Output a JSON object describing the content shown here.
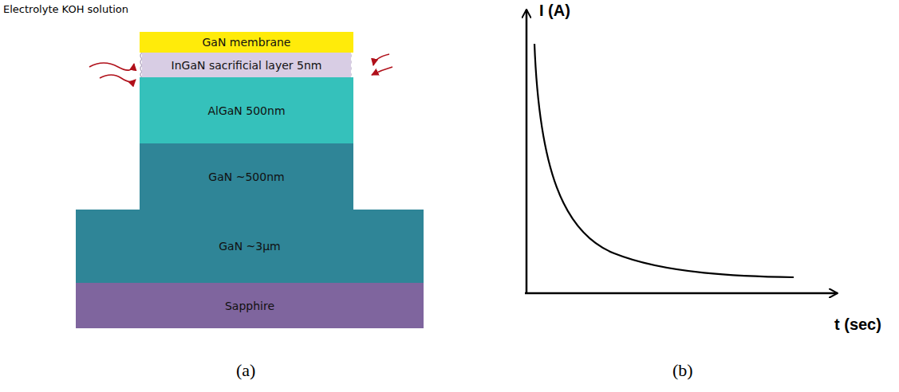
{
  "diagram": {
    "nodes": [
      {
        "text": [
          "GaN membrane"
        ]
      },
      {
        "text": [
          "InGaN sacrificial layer 5nm"
        ]
      },
      {
        "text": [
          "AlGaN 500nm"
        ]
      },
      {
        "text": [
          "GaN ~500nm"
        ]
      },
      {
        "text": [
          "GaN ~3μm"
        ]
      },
      {
        "text": [
          "Sapphire"
        ]
      }
    ],
    "labels": [
      "Electrolyte KOH solution",
      "(a)",
      "I (A)",
      "t (sec)",
      "(b)"
    ]
  }
}
